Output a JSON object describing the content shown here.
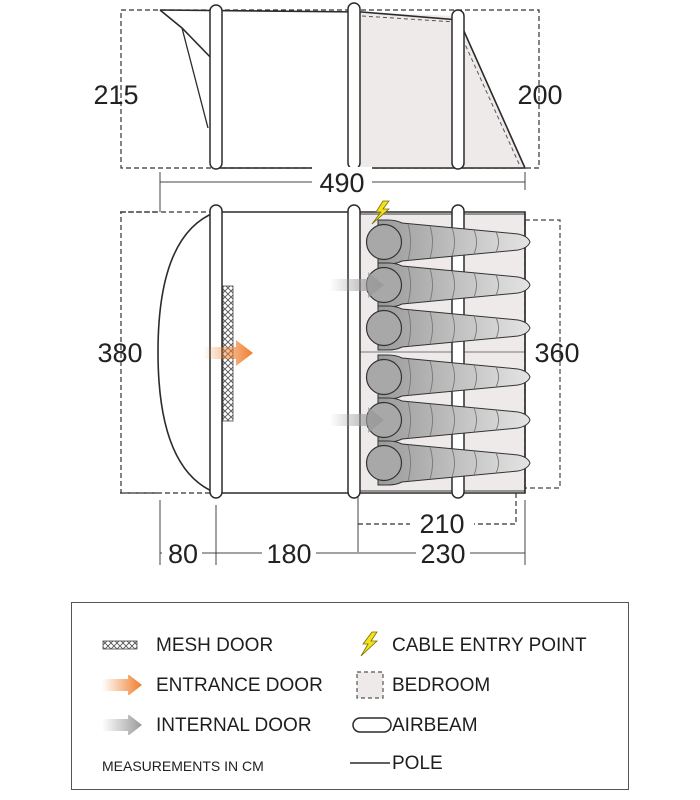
{
  "dimensions": {
    "top_height_left": "215",
    "top_height_right": "200",
    "total_length": "490",
    "side_height_left": "380",
    "side_height_right": "360",
    "bedroom_length": "210",
    "porch_length": "80",
    "living_length": "180",
    "bedroom_section_length": "230"
  },
  "legend": {
    "mesh_door": "MESH DOOR",
    "entrance_door": "ENTRANCE DOOR",
    "internal_door": "INTERNAL DOOR",
    "measurements_note": "MEASUREMENTS IN CM",
    "cable_entry_point": "CABLE ENTRY POINT",
    "bedroom": "BEDROOM",
    "airbeam": "AIRBEAM",
    "pole": "POLE"
  },
  "colors": {
    "entrance_arrow": "#f07d2c",
    "internal_arrow": "#9a9a9a",
    "bedroom_fill": "#eeeaea",
    "cable_icon": "#f2e21a",
    "outline": "#2b2b2b"
  },
  "icons": {
    "mesh_door": "crosshatch-strip-icon",
    "entrance_door": "orange-arrow-icon",
    "internal_door": "grey-arrow-icon",
    "cable_entry_point": "lightning-bolt-icon",
    "bedroom": "dashed-square-icon",
    "airbeam": "capsule-icon",
    "pole": "line-icon"
  }
}
